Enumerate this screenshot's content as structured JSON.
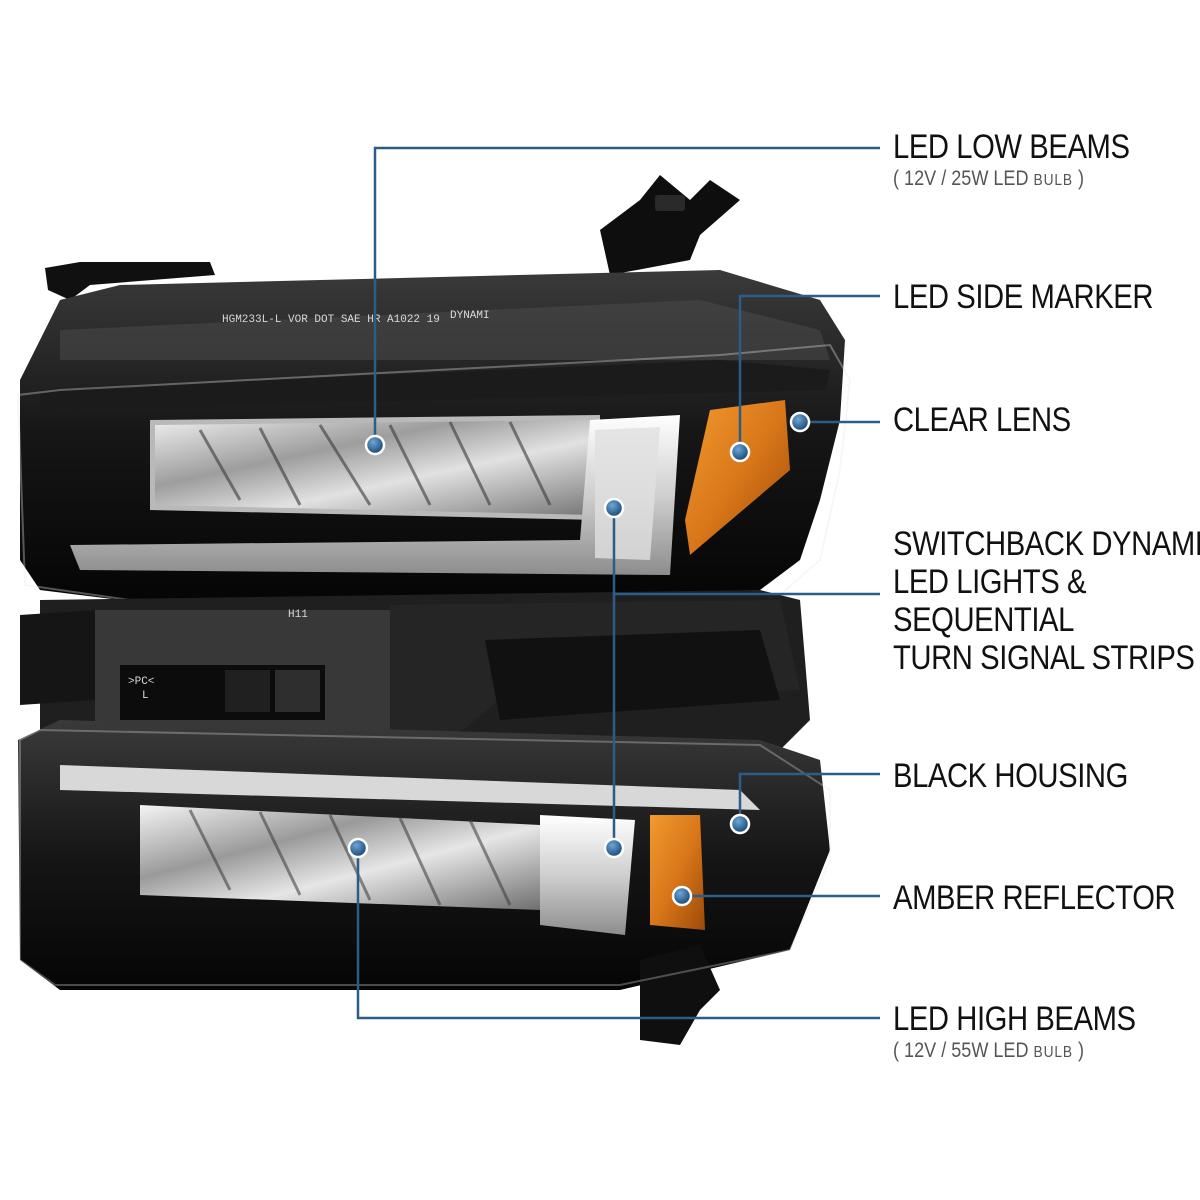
{
  "callouts": {
    "low_beams": {
      "title": "LED LOW BEAMS",
      "open": "(",
      "spec": "12V / 25W LED",
      "bulb": "BULB",
      "close": ")"
    },
    "side_marker": {
      "title": "LED SIDE MARKER"
    },
    "clear_lens": {
      "title": "CLEAR LENS"
    },
    "switchback": {
      "lines": [
        "SWITCHBACK DYNAMIC",
        "LED LIGHTS &",
        "SEQUENTIAL",
        "TURN SIGNAL STRIPS"
      ]
    },
    "black_housing": {
      "title": "BLACK HOUSING"
    },
    "amber_reflector": {
      "title": "AMBER REFLECTOR"
    },
    "high_beams": {
      "title": "LED HIGH BEAMS",
      "open": "(",
      "spec": "12V / 55W LED",
      "bulb": "BULB",
      "close": ")"
    }
  },
  "lens_markings": {
    "top_stamp": "HGM233L-L VOR DOT SAE HR A1022 19",
    "brand_stamp": "DYNAMI",
    "bulb_mark": "H11",
    "material_mark": ">PC<",
    "side_mark": "L"
  },
  "colors": {
    "leader_line": "#2a5d8a",
    "dot": "#1e5a96",
    "housing": "#0d0d0d",
    "amber": "#d9771a",
    "chrome": "#c8c8c8"
  }
}
